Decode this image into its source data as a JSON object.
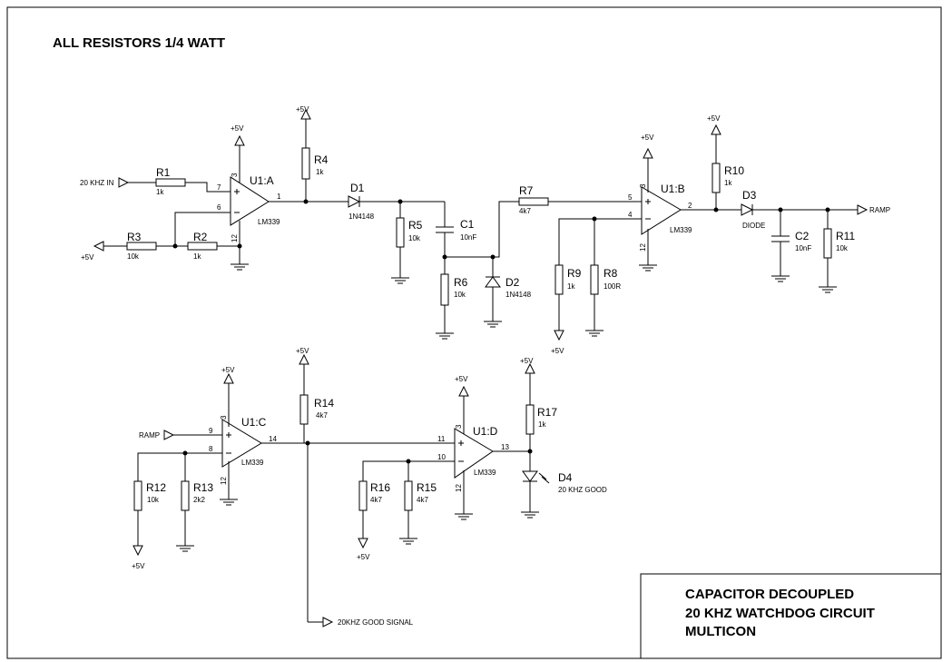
{
  "note": "ALL RESISTORS 1/4 WATT",
  "title_block": {
    "line1": "CAPACITOR DECOUPLED",
    "line2": "20 KHZ WATCHDOG CIRCUIT",
    "line3": "MULTICON"
  },
  "power": {
    "vcc": "+5V"
  },
  "nets": {
    "in": "20 KHZ IN",
    "ramp_out": "RAMP",
    "ramp_in": "RAMP",
    "good_signal": "20KHZ GOOD SIGNAL"
  },
  "opamps": {
    "a": {
      "ref": "U1:A",
      "part": "LM339",
      "p_plus": "7",
      "p_minus": "6",
      "p_out": "1",
      "p_vcc": "3",
      "p_gnd": "12"
    },
    "b": {
      "ref": "U1:B",
      "part": "LM339",
      "p_plus": "5",
      "p_minus": "4",
      "p_out": "2",
      "p_vcc": "3",
      "p_gnd": "12"
    },
    "c": {
      "ref": "U1:C",
      "part": "LM339",
      "p_plus": "9",
      "p_minus": "8",
      "p_out": "14",
      "p_vcc": "3",
      "p_gnd": "12"
    },
    "d": {
      "ref": "U1:D",
      "part": "LM339",
      "p_plus": "11",
      "p_minus": "10",
      "p_out": "13",
      "p_vcc": "3",
      "p_gnd": "12"
    }
  },
  "resistors": {
    "r1": {
      "ref": "R1",
      "value": "1k"
    },
    "r2": {
      "ref": "R2",
      "value": "1k"
    },
    "r3": {
      "ref": "R3",
      "value": "10k"
    },
    "r4": {
      "ref": "R4",
      "value": "1k"
    },
    "r5": {
      "ref": "R5",
      "value": "10k"
    },
    "r6": {
      "ref": "R6",
      "value": "10k"
    },
    "r7": {
      "ref": "R7",
      "value": "4k7"
    },
    "r8": {
      "ref": "R8",
      "value": "100R"
    },
    "r9": {
      "ref": "R9",
      "value": "1k"
    },
    "r10": {
      "ref": "R10",
      "value": "1k"
    },
    "r11": {
      "ref": "R11",
      "value": "10k"
    },
    "r12": {
      "ref": "R12",
      "value": "10k"
    },
    "r13": {
      "ref": "R13",
      "value": "2k2"
    },
    "r14": {
      "ref": "R14",
      "value": "4k7"
    },
    "r15": {
      "ref": "R15",
      "value": "4k7"
    },
    "r16": {
      "ref": "R16",
      "value": "4k7"
    },
    "r17": {
      "ref": "R17",
      "value": "1k"
    }
  },
  "capacitors": {
    "c1": {
      "ref": "C1",
      "value": "10nF"
    },
    "c2": {
      "ref": "C2",
      "value": "10nF"
    }
  },
  "diodes": {
    "d1": {
      "ref": "D1",
      "value": "1N4148"
    },
    "d2": {
      "ref": "D2",
      "value": "1N4148"
    },
    "d3": {
      "ref": "D3",
      "value": "DIODE"
    },
    "d4": {
      "ref": "D4",
      "value": "20 KHZ GOOD"
    }
  }
}
